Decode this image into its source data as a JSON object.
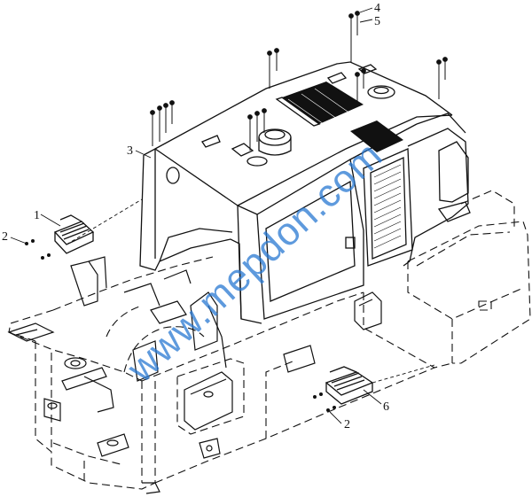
{
  "callouts": {
    "c1": "1",
    "c2a": "2",
    "c2b": "2",
    "c3": "3",
    "c4": "4",
    "c5": "5",
    "c6": "6"
  },
  "watermark": "www.mepdon.com",
  "colors": {
    "line": "#111111",
    "watermark": "#2878d2"
  }
}
